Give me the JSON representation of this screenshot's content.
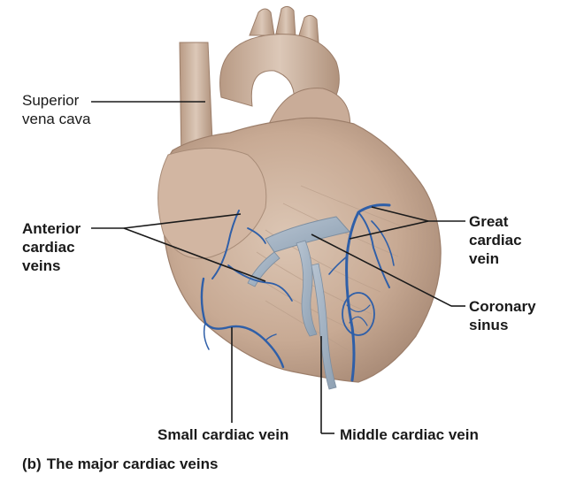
{
  "labels": {
    "superior_vena_cava": "Superior\nvena cava",
    "anterior_cardiac_veins": "Anterior\ncardiac\nveins",
    "great_cardiac_vein": "Great\ncardiac\nvein",
    "coronary_sinus": "Coronary\nsinus",
    "small_cardiac_vein": "Small cardiac vein",
    "middle_cardiac_vein": "Middle cardiac vein"
  },
  "caption": {
    "tag": "(b)",
    "text": "The major cardiac veins"
  },
  "colors": {
    "heart_tissue": "#c8aa94",
    "heart_shadow": "#a88c78",
    "heart_highlight": "#dcc6b4",
    "vein_blue": "#2f5fa8",
    "sinus_gray": "#9fb0c0",
    "leader_line": "#1a1a1a"
  }
}
